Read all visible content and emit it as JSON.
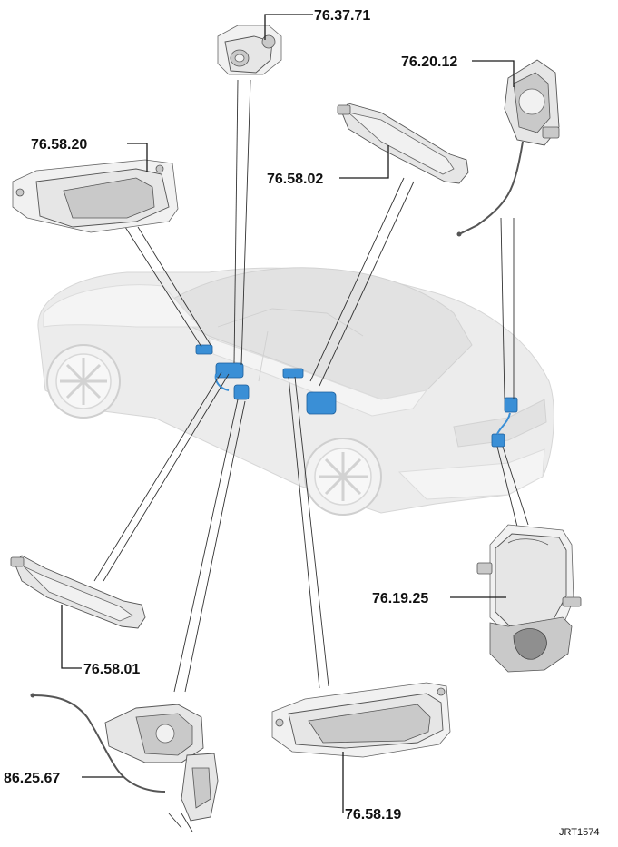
{
  "diagram": {
    "reference_code": "JRT1574",
    "callouts": [
      {
        "id": "ignition-switch",
        "label": "76.37.71"
      },
      {
        "id": "tailgate-latch-actuator",
        "label": "76.20.12"
      },
      {
        "id": "front-inner-handle",
        "label": "76.58.20"
      },
      {
        "id": "rear-outer-handle",
        "label": "76.58.02"
      },
      {
        "id": "front-outer-handle",
        "label": "76.58.01"
      },
      {
        "id": "tailgate-latch",
        "label": "76.19.25"
      },
      {
        "id": "front-door-latch-cable",
        "label": "86.25.67"
      },
      {
        "id": "rear-inner-handle",
        "label": "76.58.19"
      }
    ]
  }
}
